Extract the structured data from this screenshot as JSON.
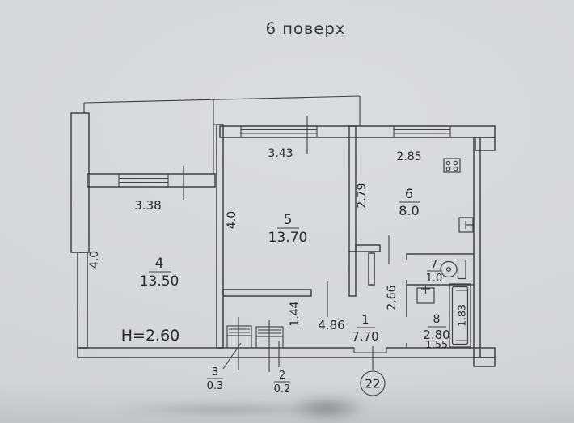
{
  "header": {
    "title": "6 поверх"
  },
  "apartment": {
    "number": "22"
  },
  "rooms": {
    "hallway": {
      "number": "1",
      "area": "7.70"
    },
    "closet_b": {
      "number": "2",
      "area": "0.2"
    },
    "closet_a": {
      "number": "3",
      "area": "0.3"
    },
    "living": {
      "number": "4",
      "area": "13.50"
    },
    "bedroom": {
      "number": "5",
      "area": "13.70"
    },
    "kitchen": {
      "number": "6",
      "area": "8.0"
    },
    "wc": {
      "number": "7",
      "area": "1.0"
    },
    "bathroom": {
      "number": "8",
      "area": "2.80"
    }
  },
  "dimensions": {
    "living_width": "3.38",
    "living_depth": "4.0",
    "ceiling_height": "H=2.60",
    "bedroom_width": "3.43",
    "bedroom_depth": "4.0",
    "kitchen_width": "2.85",
    "kitchen_depth": "2.79",
    "hallway_width": "4.86",
    "hallway_niche_depth": "1.44",
    "sanitary_depth": "2.66",
    "bathroom_width": "1.55",
    "bathtub_length": "1.83"
  },
  "fixtures": {
    "stove": "gas-stove",
    "kitchen_sink": "sink",
    "toilet": "toilet",
    "washbasin": "washbasin",
    "bathtub": "bathtub"
  },
  "colors": {
    "paper": "#d7d8da",
    "ink": "#3f3f45"
  }
}
